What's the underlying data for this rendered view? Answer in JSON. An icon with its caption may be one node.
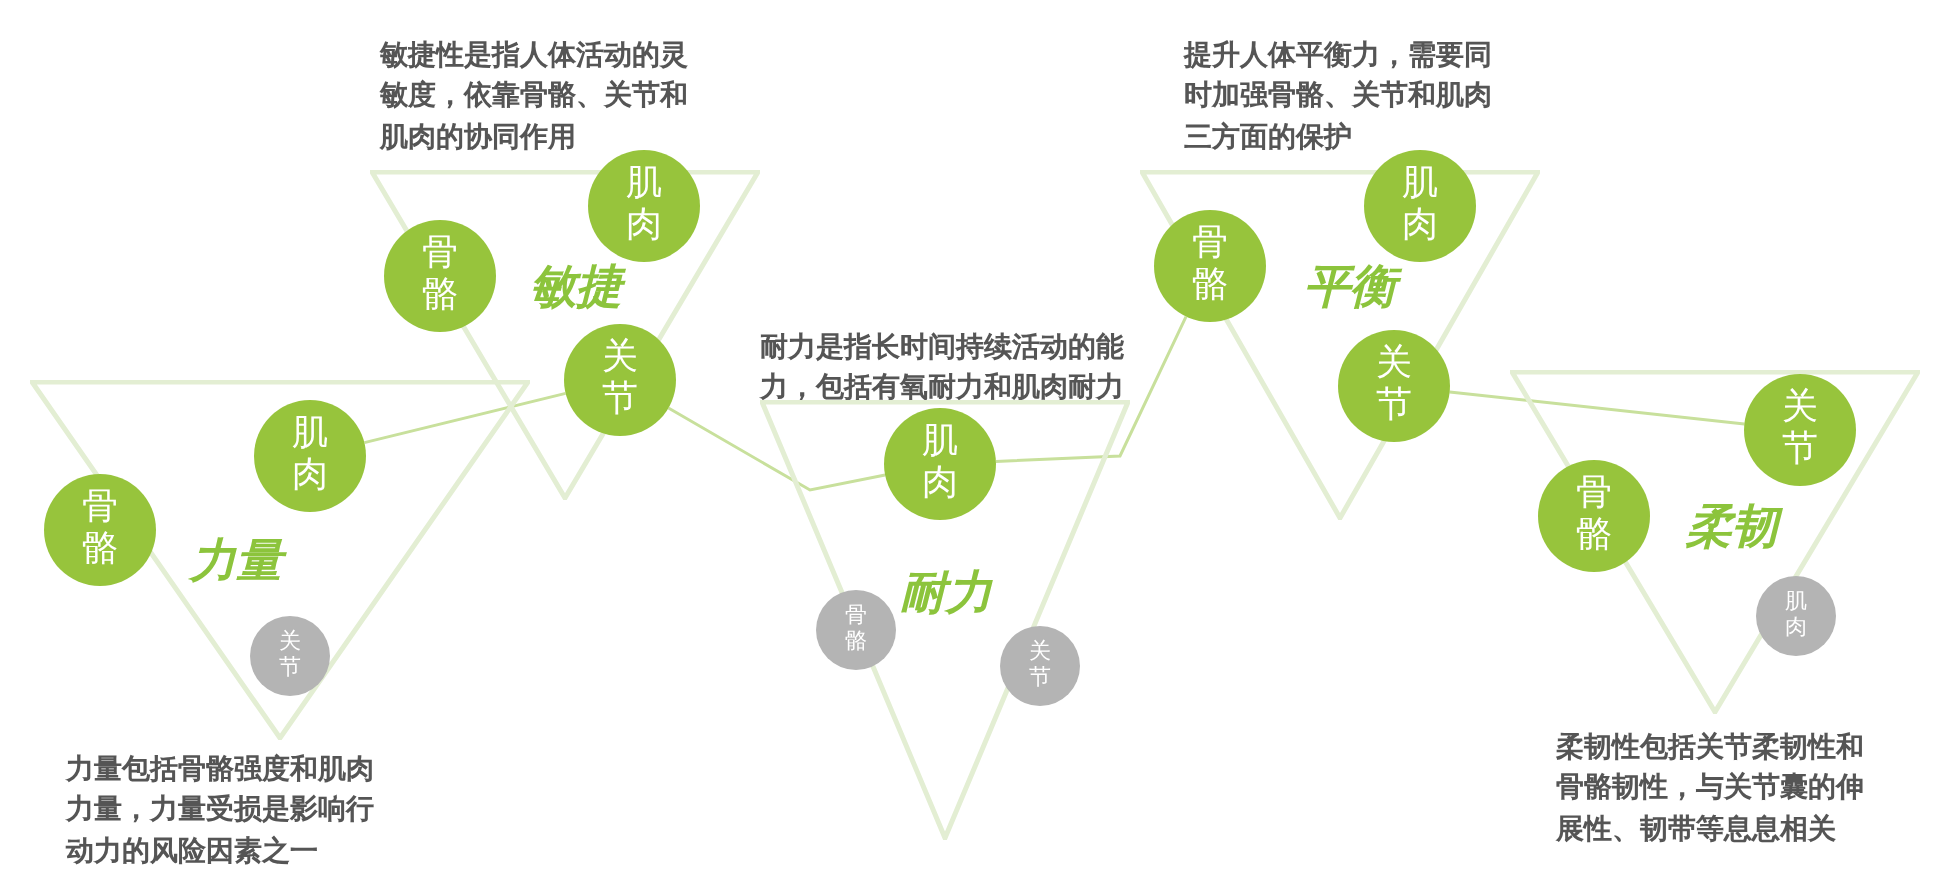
{
  "diagram": {
    "nodes": [
      {
        "text": [
          "力量"
        ]
      },
      {
        "text": [
          "骨骼"
        ],
        "in": 0
      },
      {
        "text": [
          "肌肉"
        ],
        "in": 0
      },
      {
        "text": [
          "关节"
        ],
        "in": 0
      },
      {
        "text": [
          "敏捷"
        ]
      },
      {
        "text": [
          "骨骼"
        ],
        "in": 4
      },
      {
        "text": [
          "肌肉"
        ],
        "in": 4
      },
      {
        "text": [
          "关节"
        ],
        "in": 4
      },
      {
        "text": [
          "耐力"
        ]
      },
      {
        "text": [
          "肌肉"
        ],
        "in": 8
      },
      {
        "text": [
          "骨骼"
        ],
        "in": 8
      },
      {
        "text": [
          "关节"
        ],
        "in": 8
      },
      {
        "text": [
          "平衡"
        ]
      },
      {
        "text": [
          "骨骼"
        ],
        "in": 12
      },
      {
        "text": [
          "肌肉"
        ],
        "in": 12
      },
      {
        "text": [
          "关节"
        ],
        "in": 12
      },
      {
        "text": [
          "柔韧"
        ]
      },
      {
        "text": [
          "骨骼"
        ],
        "in": 16
      },
      {
        "text": [
          "关节"
        ],
        "in": 16
      },
      {
        "text": [
          "肌肉"
        ],
        "in": 16
      }
    ],
    "edges": [
      {
        "from": 2,
        "to": 7,
        "arrow": "none"
      },
      {
        "from": 7,
        "to": 9,
        "arrow": "none"
      },
      {
        "from": 9,
        "to": 13,
        "arrow": "none"
      },
      {
        "from": 15,
        "to": 18,
        "arrow": "none"
      }
    ],
    "labels": [
      "敏捷性是指人体活动的灵敏度，依靠骨骼、关节和肌肉的协同作用",
      "提升人体平衡力，需要同时加强骨骼、关节和肌肉三方面的保护",
      "耐力是指长时间持续活动的能力，包括有氧耐力和肌肉耐力",
      "力量包括骨骼强度和肌肉力量，力量受损是影响行动力的风险因素之一",
      "柔韧性包括关节柔韧性和骨骼韧性，与关节囊的伸展性、韧带等息息相关"
    ]
  }
}
